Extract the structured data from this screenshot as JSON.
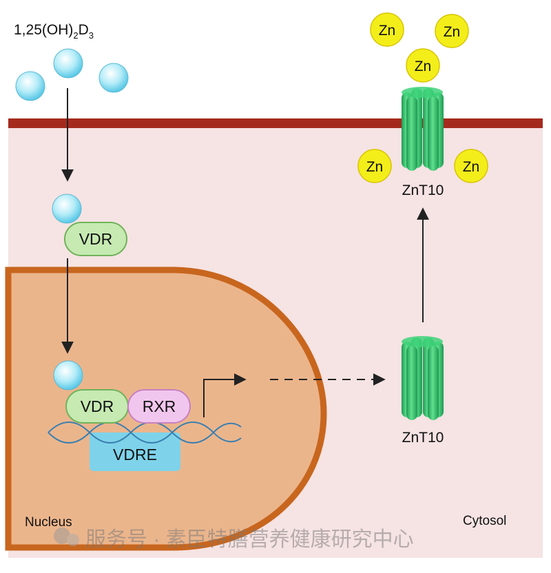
{
  "ligand": {
    "label": "1,25(OH)",
    "sub1": "2",
    "mid": "D",
    "sub2": "3"
  },
  "vdr_label": "VDR",
  "complex": {
    "vdr": "VDR",
    "rxr": "RXR",
    "vdre": "VDRE"
  },
  "transporter_label": "ZnT10",
  "zinc_label": "Zn",
  "compartments": {
    "nucleus": "Nucleus",
    "cytosol": "Cytosol"
  },
  "watermark": "服务号 · 素臣特膳营养健康研究中心",
  "colors": {
    "membrane": "#a52a1e",
    "cytosol": "#f6e3e3",
    "nucleus_fill": "#ebb58c",
    "nucleus_border": "#c8661e",
    "vitamin": "#9fe3f3",
    "vdr": "#c6eab2",
    "rxr": "#f1c6ee",
    "vdre": "#7ed3ea",
    "zinc": "#f3ee1a",
    "transporter": "#2fc46a"
  }
}
